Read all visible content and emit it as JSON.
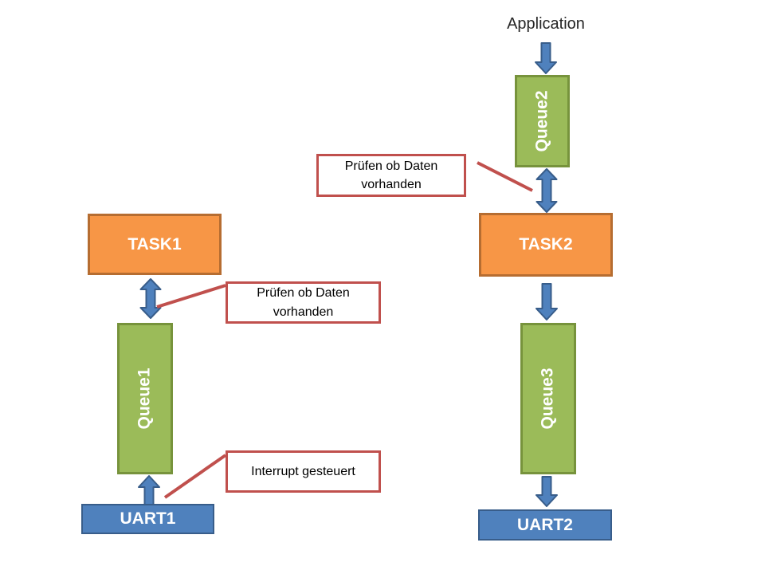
{
  "application_label": "Application",
  "nodes": {
    "task1": "TASK1",
    "task2": "TASK2",
    "queue1": "Queue1",
    "queue2": "Queue2",
    "queue3": "Queue3",
    "uart1": "UART1",
    "uart2": "UART2"
  },
  "annotations": {
    "pruefen_top": {
      "line1": "Prüfen ob Daten",
      "line2": "vorhanden"
    },
    "pruefen_left": {
      "line1": "Prüfen ob Daten",
      "line2": "vorhanden"
    },
    "interrupt": {
      "label": "Interrupt gesteuert"
    }
  },
  "connections": [
    {
      "from": "Application",
      "to": "Queue2",
      "type": "arrow-down"
    },
    {
      "from": "Queue2",
      "to": "TASK2",
      "type": "double-arrow"
    },
    {
      "from": "TASK2",
      "to": "Queue3",
      "type": "arrow-down"
    },
    {
      "from": "Queue3",
      "to": "UART2",
      "type": "arrow-down"
    },
    {
      "from": "TASK1",
      "to": "Queue1",
      "type": "double-arrow"
    },
    {
      "from": "UART1",
      "to": "Queue1",
      "type": "arrow-up"
    },
    {
      "from": "pruefen_top annotation",
      "to": "Queue2/TASK2 arrow",
      "type": "red-line"
    },
    {
      "from": "pruefen_left annotation",
      "to": "TASK1/Queue1 arrow",
      "type": "red-line"
    },
    {
      "from": "interrupt annotation",
      "to": "UART1/Queue1 arrow",
      "type": "red-line"
    }
  ],
  "colors": {
    "task_fill": "#F79646",
    "task_border": "#B66D31",
    "queue_fill": "#9BBB59",
    "queue_border": "#77933C",
    "uart_fill": "#4F81BD",
    "uart_border": "#385D8A",
    "arrow_fill": "#4F81BD",
    "arrow_border": "#385D8A",
    "annotation_border": "#C0504D",
    "annotation_text": "#000000"
  }
}
